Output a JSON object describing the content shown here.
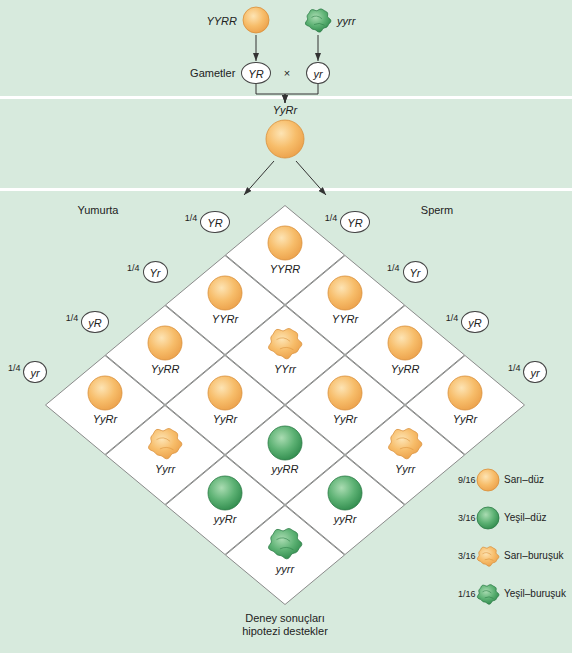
{
  "diagram": {
    "nodes": [
      {
        "text": [
          "YYRR"
        ]
      },
      {
        "text": [
          "yyrr"
        ]
      },
      {
        "text": [
          "YR"
        ]
      },
      {
        "text": [
          "yr"
        ]
      },
      {
        "text": [
          "YyRr"
        ]
      },
      {
        "text": [
          "YR"
        ]
      },
      {
        "text": [
          "YR"
        ]
      },
      {
        "text": [
          "Yr"
        ]
      },
      {
        "text": [
          "Yr"
        ]
      },
      {
        "text": [
          "yR"
        ]
      },
      {
        "text": [
          "yR"
        ]
      },
      {
        "text": [
          "yr"
        ]
      },
      {
        "text": [
          "yr"
        ]
      },
      {
        "text": [
          "YYRR"
        ]
      },
      {
        "text": [
          "YYRr"
        ]
      },
      {
        "text": [
          "YYRr"
        ]
      },
      {
        "text": [
          "YyRR"
        ]
      },
      {
        "text": [
          "YYrr"
        ]
      },
      {
        "text": [
          "YyRR"
        ]
      },
      {
        "text": [
          "YyRr"
        ]
      },
      {
        "text": [
          "YyRr"
        ]
      },
      {
        "text": [
          "YyRr"
        ]
      },
      {
        "text": [
          "YyRr"
        ]
      },
      {
        "text": [
          "Yyrr"
        ]
      },
      {
        "text": [
          "yyRR"
        ]
      },
      {
        "text": [
          "Yyrr"
        ]
      },
      {
        "text": [
          "yyRr"
        ]
      },
      {
        "text": [
          "yyRr"
        ]
      },
      {
        "text": [
          "yyrr"
        ]
      }
    ],
    "edges": [
      {
        "from": 0,
        "to": 2,
        "arrow": "to"
      },
      {
        "from": 1,
        "to": 3,
        "arrow": "to"
      },
      {
        "from": 2,
        "to": 4,
        "arrow": "to"
      },
      {
        "from": 3,
        "to": 4,
        "arrow": "to"
      }
    ],
    "labels": [
      "Gametler",
      "×",
      "Yumurta",
      "Sperm",
      "1/4",
      "1/4",
      "1/4",
      "1/4",
      "1/4",
      "1/4",
      "1/4",
      "1/4",
      "9/16",
      "3/16",
      "3/16",
      "1/16",
      "Deney sonuçları hipotezi destekler"
    ],
    "legend": [
      {
        "text": "Sarı–düz"
      },
      {
        "text": "Yeşil–düz"
      },
      {
        "text": "Sarı–buruşuk"
      },
      {
        "text": "Yeşil–buruşuk"
      }
    ]
  }
}
